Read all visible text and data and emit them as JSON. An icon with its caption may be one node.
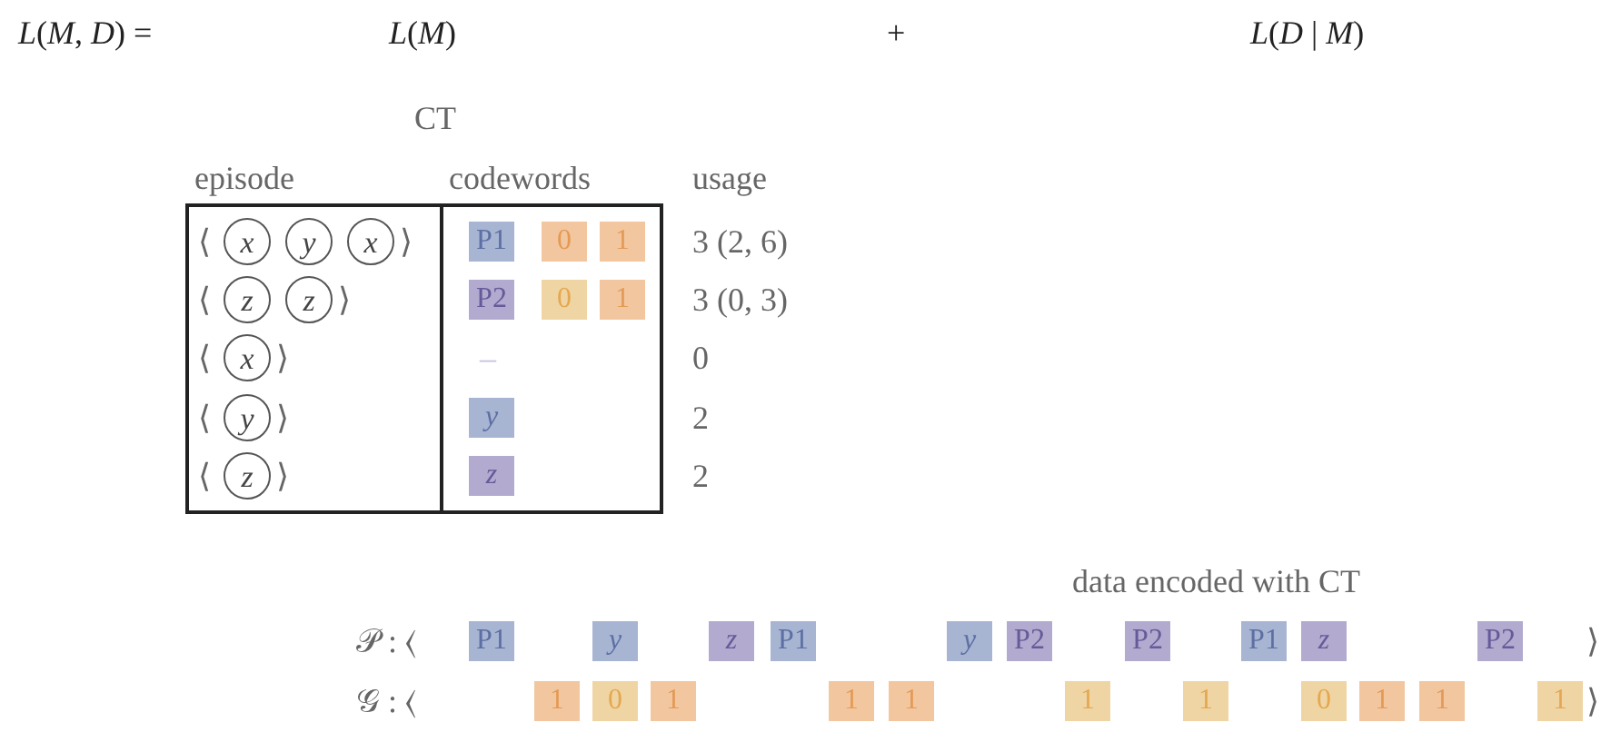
{
  "diagram": {
    "nodes": [
      {
        "text": [],
        "shape": "box"
      },
      {
        "text": [
          "x"
        ],
        "in": 0
      },
      {
        "text": [
          "y"
        ],
        "in": 0
      },
      {
        "text": [
          "x"
        ],
        "in": 0
      },
      {
        "text": [
          "P1"
        ],
        "in": 0
      },
      {
        "text": [
          "0"
        ],
        "in": 0
      },
      {
        "text": [
          "1"
        ],
        "in": 0
      },
      {
        "text": [
          "z"
        ],
        "in": 0
      },
      {
        "text": [
          "z"
        ],
        "in": 0
      },
      {
        "text": [
          "P2"
        ],
        "in": 0
      },
      {
        "text": [
          "0"
        ],
        "in": 0
      },
      {
        "text": [
          "1"
        ],
        "in": 0
      },
      {
        "text": [
          "x"
        ],
        "in": 0
      },
      {
        "text": [
          "y"
        ],
        "in": 0
      },
      {
        "text": [
          "y"
        ],
        "in": 0
      },
      {
        "text": [
          "z"
        ],
        "in": 0
      },
      {
        "text": [
          "z"
        ],
        "in": 0
      },
      {
        "text": [
          "P1"
        ]
      },
      {
        "text": [
          "y"
        ]
      },
      {
        "text": [
          "z"
        ]
      },
      {
        "text": [
          "P1"
        ]
      },
      {
        "text": [
          "y"
        ]
      },
      {
        "text": [
          "P2"
        ]
      },
      {
        "text": [
          "P2"
        ]
      },
      {
        "text": [
          "P1"
        ]
      },
      {
        "text": [
          "z"
        ]
      },
      {
        "text": [
          "P2"
        ]
      },
      {
        "text": [
          "1"
        ]
      },
      {
        "text": [
          "0"
        ]
      },
      {
        "text": [
          "1"
        ]
      },
      {
        "text": [
          "1"
        ]
      },
      {
        "text": [
          "1"
        ]
      },
      {
        "text": [
          "1"
        ]
      },
      {
        "text": [
          "1"
        ]
      },
      {
        "text": [
          "0"
        ]
      },
      {
        "text": [
          "1"
        ]
      },
      {
        "text": [
          "1"
        ]
      },
      {
        "text": [
          "1"
        ]
      }
    ],
    "labels": [
      "*L*(*M*, *D*) =",
      "*L*(*M*)",
      "+",
      "*L*(*D* | *M*)",
      "CT",
      "episode",
      "codewords",
      "usage",
      "⟨",
      "⟩",
      "3 (2, 6)",
      "⟨",
      "⟩",
      "3 (0, 3)",
      "⟨",
      "⟩",
      "–",
      "0",
      "⟨",
      "⟩",
      "2",
      "⟨",
      "⟩",
      "2",
      "data encoded with CT",
      "𝒫 : ⟨",
      "⟩",
      "𝒢 : ⟨",
      "⟩"
    ]
  }
}
